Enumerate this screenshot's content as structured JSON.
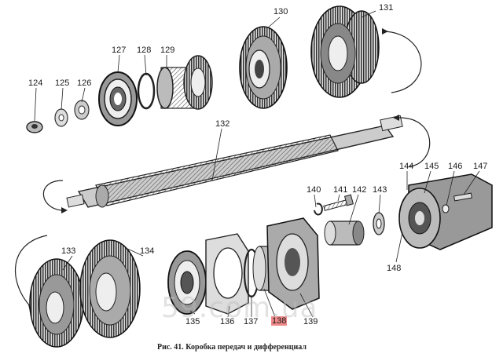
{
  "caption": "Рис. 41. Коробка передач и дифференциал",
  "watermark": "59.com.ua",
  "highlight_color": "#f08a8a",
  "callouts": {
    "c124": "124",
    "c125": "125",
    "c126": "126",
    "c127": "127",
    "c128": "128",
    "c129": "129",
    "c130": "130",
    "c131": "131",
    "c132": "132",
    "c133": "133",
    "c134": "134",
    "c135": "135",
    "c136": "136",
    "c137": "137",
    "c138": "138",
    "c139": "139",
    "c140": "140",
    "c141": "141",
    "c142": "142",
    "c143": "143",
    "c144": "144",
    "c145": "145",
    "c146": "146",
    "c147": "147",
    "c148": "148"
  }
}
